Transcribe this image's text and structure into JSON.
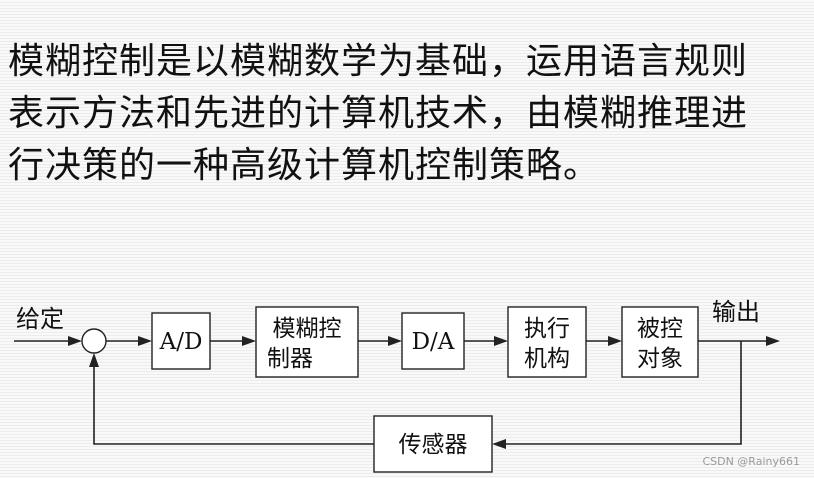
{
  "intro_text": "模糊控制是以模糊数学为基础，运用语言规则\n表示方法和先进的计算机技术，由模糊推理进\n行决策的一种高级计算机控制策略。",
  "diagram": {
    "input_label": "给定",
    "output_label": "输出",
    "blocks": {
      "ad": [
        "A/D"
      ],
      "fuzzy_controller": [
        "模糊控",
        "制器"
      ],
      "da": [
        "D/A"
      ],
      "actuator": [
        "执行",
        "机构"
      ],
      "plant": [
        "被控",
        "对象"
      ],
      "sensor": [
        "传感器"
      ]
    }
  },
  "watermark": "CSDN @Rainy661"
}
